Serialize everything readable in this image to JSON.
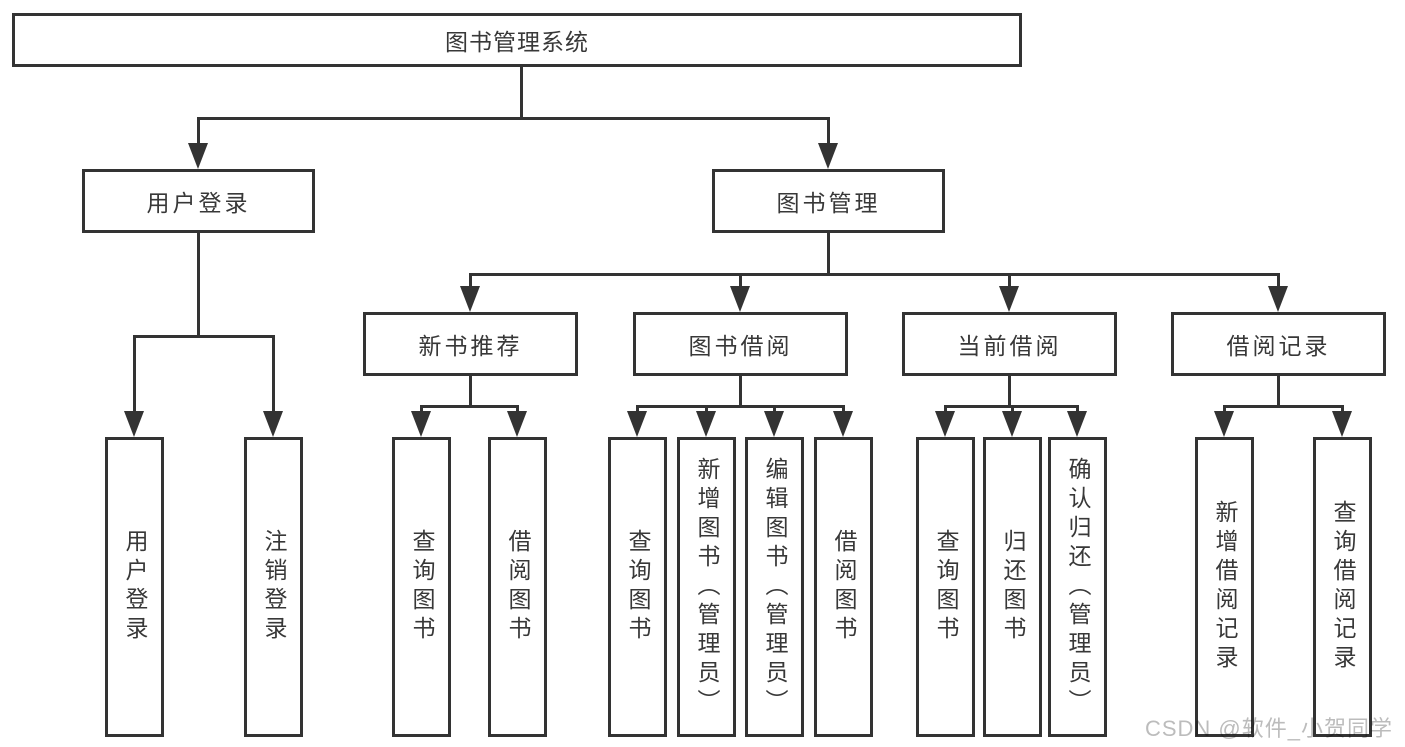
{
  "diagram": {
    "type": "hierarchy-tree",
    "root": {
      "label": "图书管理系统"
    },
    "branches": [
      {
        "label": "用户登录",
        "children": [
          {
            "label": "用户登录"
          },
          {
            "label": "注销登录"
          }
        ]
      },
      {
        "label": "图书管理",
        "children": [
          {
            "label": "新书推荐",
            "children": [
              {
                "label": "查询图书"
              },
              {
                "label": "借阅图书"
              }
            ]
          },
          {
            "label": "图书借阅",
            "children": [
              {
                "label": "查询图书"
              },
              {
                "label": "新增图书（管理员）"
              },
              {
                "label": "编辑图书（管理员）"
              },
              {
                "label": "借阅图书"
              }
            ]
          },
          {
            "label": "当前借阅",
            "children": [
              {
                "label": "查询图书"
              },
              {
                "label": "归还图书"
              },
              {
                "label": "确认归还（管理员）"
              }
            ]
          },
          {
            "label": "借阅记录",
            "children": [
              {
                "label": "新增借阅记录"
              },
              {
                "label": "查询借阅记录"
              }
            ]
          }
        ]
      }
    ]
  },
  "watermark": {
    "text": "CSDN @软件_小贺同学"
  },
  "colors": {
    "line": "#333333",
    "text": "#383838",
    "watermark": "#bcbcbc",
    "background": "#ffffff"
  }
}
